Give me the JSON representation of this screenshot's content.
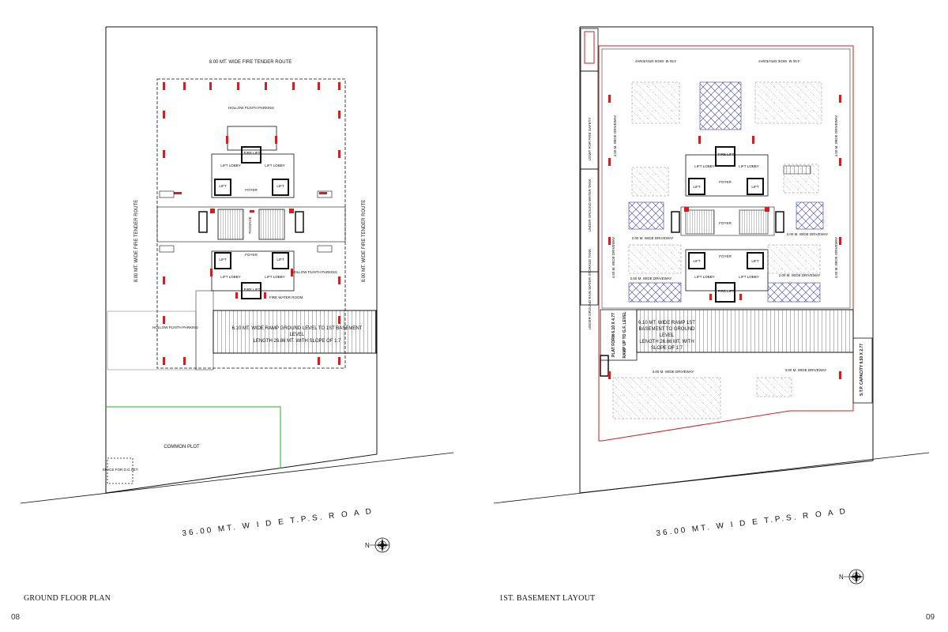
{
  "sheet_left": {
    "page_number": "08",
    "plan_title": "GROUND FLOOR PLAN",
    "road_label": "36.00 MT. W I D E T.P.S. R O A D",
    "fire_route_top": "8.00 MT. WIDE FIRE TENDER ROUTE",
    "fire_route_left": "8.00 MT. WIDE FIRE TENDER ROUTE",
    "fire_route_right": "8.00 MT. WIDE FIRE TENDER ROUTE",
    "ramp_line1": "6.10 MT. WIDE RAMP GROUND LEVEL TO 1ST BASEMENT",
    "ramp_line2": "LEVEL",
    "ramp_line3": "LENGTH 26.86 MT. WITH SLOPE OF 1:7",
    "common_plot": "COMMON PLOT",
    "dg_set": "SPACE FOR D.G.SET",
    "hollow_plinth_parking": "HOLLOW PLINTH PARKING",
    "lift_lobby": "LIFT LOBBY",
    "foyer": "FOYER",
    "passage": "PASSAGE",
    "fire_lift": "FIRE LIFT",
    "lift": "LIFT",
    "fire_water_room": "FIRE WATER ROOM"
  },
  "sheet_right": {
    "page_number": "09",
    "plan_title": "1ST. BASEMENT LAYOUT",
    "road_label": "36.00 MT. W I D E T.P.S. R O A D",
    "driveway_top_left": "4.50 M. WIDE DRIVEWAY",
    "driveway_top_right": "4.50 M. WIDE DRIVEWAY",
    "driveway_vert_left_upper": "4.50 M. WIDE DRIVEWAY",
    "driveway_vert_right_upper": "4.50 M. WIDE DRIVEWAY",
    "driveway_vert_left_lower": "4.50 M. WIDE DRIVEWAY",
    "driveway_vert_right_lower": "4.50 M. WIDE DRIVEWAY",
    "driveway_mid_left": "2.00 M. WIDE DRIVEWAY",
    "driveway_mid_right": "2.00 M. WIDE DRIVEWAY",
    "driveway_lower_left": "2.00 M. WIDE DRIVEWAY",
    "driveway_lower_right": "2.00 M. WIDE DRIVEWAY",
    "driveway_bottom_left": "3.00 M. WIDE DRIVEWAY",
    "driveway_bottom_right": "3.00 M. WIDE DRIVEWAY",
    "ugwt_fire": "UGWT FOR FIRE SAFETY",
    "ug_water_tank": "UNDER GROUND WATER TANK",
    "rain_water_tank": "UNDER GROUND RAIN WATER STORAGE TANK",
    "platform": "PLAT FORM 6.10 X 4.77",
    "ramp_up": "RAMP UP TO G.F. LEVEL",
    "ramp_line1": "6.10 MT. WIDE RAMP 1ST",
    "ramp_line2": "BASEMENT TO GROUND",
    "ramp_line3": "LEVEL",
    "ramp_line4": "LENGTH 26.86 MT. WITH",
    "ramp_line5": "SLOPE OF 1:7",
    "stp": "S.T.P. CAPACITY 9.50 X 2.77",
    "lift_lobby": "LIFT LOBBY",
    "foyer": "FOYER",
    "lift": "LIFT",
    "fire_lift": "FIRE LIFT"
  },
  "colors": {
    "line": "#111111",
    "red_wall": "#d21f1f",
    "parking_hatch": "#3b3bb5",
    "green_boundary": "#21b521"
  },
  "icons": [
    "north-arrow-icon",
    "north-arrow-icon"
  ]
}
